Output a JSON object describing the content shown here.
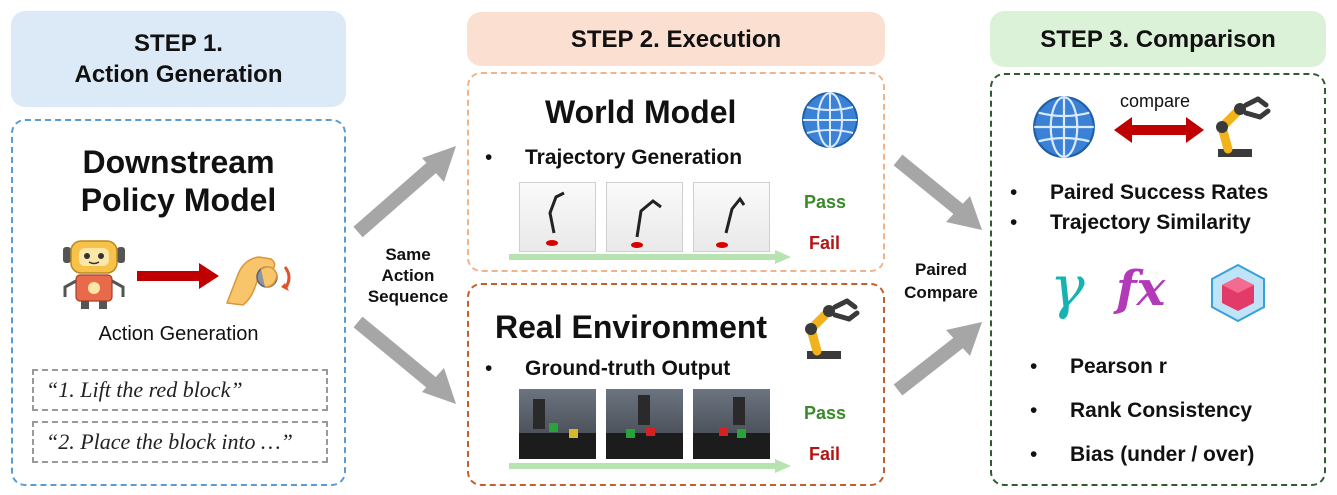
{
  "step1": {
    "header_line1": "STEP 1.",
    "header_line2": "Action Generation",
    "title_line1": "Downstream",
    "title_line2": "Policy Model",
    "caption": "Action Generation",
    "instructions": [
      "“1. Lift the red block”",
      "“2. Place the block into …”"
    ]
  },
  "connector_left": {
    "line1": "Same",
    "line2": "Action",
    "line3": "Sequence"
  },
  "step2": {
    "header": "STEP 2. Execution",
    "world_model": {
      "title": "World Model",
      "bullet": "Trajectory Generation",
      "pass": "Pass",
      "fail": "Fail"
    },
    "real_env": {
      "title": "Real Environment",
      "bullet": "Ground-truth Output",
      "pass": "Pass",
      "fail": "Fail"
    }
  },
  "connector_right": {
    "line1": "Paired",
    "line2": "Compare"
  },
  "step3": {
    "header": "STEP 3. Comparison",
    "compare_label": "compare",
    "bullets_top": [
      "Paired Success Rates",
      "Trajectory Similarity"
    ],
    "metric_symbols": [
      "γ",
      "fx"
    ],
    "bullets_bottom": [
      "Pearson r",
      "Rank Consistency",
      "Bias (under / over)"
    ]
  },
  "bullet_char": "•",
  "colors": {
    "step1_header": "#dce9f6",
    "step1_border": "#5b9bd5",
    "step2_header": "#fbe0d1",
    "world_border": "#f0b48a",
    "real_border": "#c0602a",
    "step3_header": "#dcf2d8",
    "step3_border": "#2e5e2e",
    "arrow_red": "#c00000",
    "connector_gray": "#a6a6a6",
    "pass_green": "#3a8a2a",
    "fail_red": "#b31515"
  },
  "icons": [
    "robot-icon",
    "hand-grab-icon",
    "globe-icon",
    "robot-arm-icon",
    "gamma-icon",
    "function-icon",
    "cube-icon"
  ]
}
